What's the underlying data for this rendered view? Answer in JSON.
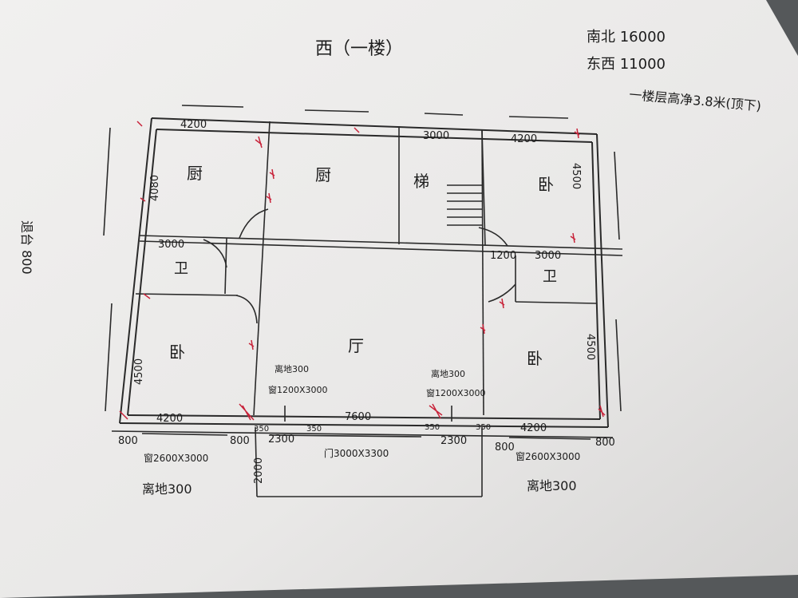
{
  "header": {
    "title": "西（一楼）",
    "dimensions_ns": "南北 16000",
    "dimensions_ew": "东西 11000",
    "floor_height": "一楼层高净3.8米(顶下)"
  },
  "rooms": {
    "kitchen": "厨",
    "kitchen_label_2": "厨",
    "stair": "梯",
    "bed_ne": "卧",
    "bath_w": "卫",
    "bath_e": "卫",
    "bed_w": "卧",
    "hall": "厅",
    "bed_e": "卧"
  },
  "dimensions": {
    "top_left": "4200",
    "top_mid": "3000",
    "top_right": "4200",
    "bath_w_width": "3000",
    "bath_e_gap": "1200",
    "bath_e_width": "3000",
    "bottom_left": "4200",
    "bottom_mid": "7600",
    "bottom_right": "4200",
    "left_bottom_seg": "800",
    "left_bottom_seg2": "800",
    "right_bottom_seg": "800",
    "right_bottom_seg2": "800",
    "window_left_gap": "2300",
    "window_right_gap": "2300",
    "pier_a": "350",
    "pier_b": "350",
    "pier_c": "350",
    "pier_d": "350",
    "porch_depth": "2000",
    "left_vert_top": "4080",
    "left_vert_bottom": "4500",
    "right_vert_top": "4500",
    "right_vert_bottom": "4500",
    "side_note": "退台 800"
  },
  "notes": {
    "window_left": "窗1200X3000",
    "sill_left": "离地300",
    "window_right": "窗1200X3000",
    "sill_right": "离地300",
    "front_door": "门3000X3300",
    "bottom_window_left": "窗2600X3000",
    "bottom_window_right": "窗2600X3000",
    "bottom_sill_left": "离地300",
    "bottom_sill_right": "离地300"
  },
  "colors": {
    "paper": "#ecebea",
    "ink": "#1c1c1c",
    "marker": "#c8233a",
    "background": "#55585a"
  }
}
